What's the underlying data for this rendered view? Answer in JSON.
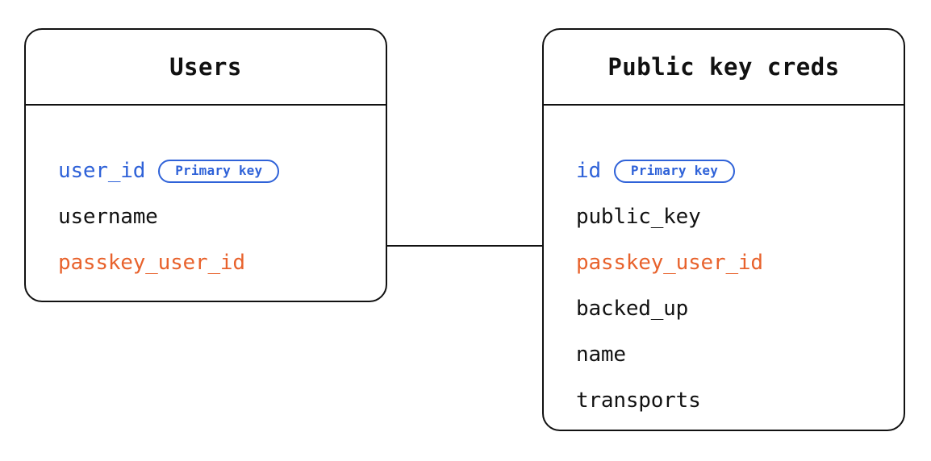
{
  "diagram": {
    "type": "entity-relationship-diagram",
    "background_color": "#ffffff",
    "colors": {
      "border": "#111111",
      "text": "#111111",
      "primary_key": "#2F62D8",
      "foreign_key": "#E8622C",
      "badge_border": "#2F62D8"
    }
  },
  "entities": [
    {
      "id": "users",
      "title": "Users",
      "fields": [
        {
          "name": "user_id",
          "role": "primary",
          "badge": "Primary key"
        },
        {
          "name": "username",
          "role": "plain",
          "badge": null
        },
        {
          "name": "passkey_user_id",
          "role": "foreign",
          "badge": null
        }
      ]
    },
    {
      "id": "public_key_creds",
      "title": "Public key creds",
      "fields": [
        {
          "name": "id",
          "role": "primary",
          "badge": "Primary key"
        },
        {
          "name": "public_key",
          "role": "plain",
          "badge": null
        },
        {
          "name": "passkey_user_id",
          "role": "foreign",
          "badge": null
        },
        {
          "name": "backed_up",
          "role": "plain",
          "badge": null
        },
        {
          "name": "name",
          "role": "plain",
          "badge": null
        },
        {
          "name": "transports",
          "role": "plain",
          "badge": null
        }
      ]
    }
  ],
  "relationships": [
    {
      "id": "users-to-public-key-creds",
      "from_entity": "users",
      "from_field": "passkey_user_id",
      "to_entity": "public_key_creds",
      "to_field": "passkey_user_id",
      "style": "solid-line"
    }
  ]
}
